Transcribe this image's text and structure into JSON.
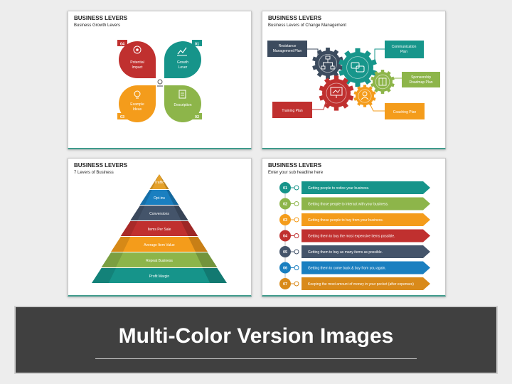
{
  "slides": [
    {
      "title": "BUSINESS LEVERS",
      "subtitle": "Business Growth Levers",
      "petals": [
        {
          "num": "04",
          "line1": "Potential",
          "line2": "Impact",
          "color": "#c0302f",
          "icon": "brain-gear-icon"
        },
        {
          "num": "01",
          "line1": "Growth",
          "line2": "Lever",
          "color": "#16948a",
          "icon": "growth-chart-icon"
        },
        {
          "num": "03",
          "line1": "Example",
          "line2": "Ideas",
          "color": "#f49c1b",
          "icon": "lightbulb-icon"
        },
        {
          "num": "02",
          "line1": "Description",
          "line2": "",
          "color": "#8db54a",
          "icon": "document-icon"
        }
      ]
    },
    {
      "title": "BUSINESS LEVERS",
      "subtitle": "Business Levers of Change Management",
      "labels": {
        "resistance_1": "Resistance",
        "resistance_2": "Management Plan",
        "communication_1": "Communication",
        "communication_2": "Plan",
        "sponsorship_1": "Sponsorship",
        "sponsorship_2": "Roadmap Plan",
        "training": "Training Plan",
        "coaching": "Coaching Plan"
      },
      "colors": {
        "resistance": "#3c4b5e",
        "communication": "#17968b",
        "sponsorship": "#8db54a",
        "training": "#c0302f",
        "coaching": "#f49c1b"
      }
    },
    {
      "title": "BUSINESS LEVERS",
      "subtitle": "7 Levers of Business",
      "levels": [
        {
          "label": "Traffic",
          "color": "#e5a12a"
        },
        {
          "label": "Opt-ins",
          "color": "#1a7fc0"
        },
        {
          "label": "Conversions",
          "color": "#44546a"
        },
        {
          "label": "Items Per Sale",
          "color": "#c0302f"
        },
        {
          "label": "Average Item Value",
          "color": "#f49c1b"
        },
        {
          "label": "Repeat Business",
          "color": "#8db54a"
        },
        {
          "label": "Profit Margin",
          "color": "#16948a"
        }
      ]
    },
    {
      "title": "BUSINESS LEVERS",
      "subtitle": "Enter your sub headline here",
      "rows": [
        {
          "num": "01",
          "text": "Getting people to notice your business.",
          "color": "#16948a"
        },
        {
          "num": "02",
          "text": "Getting those people to interact with your business.",
          "color": "#8db54a"
        },
        {
          "num": "03",
          "text": "Getting those people to buy from your business.",
          "color": "#f49c1b"
        },
        {
          "num": "04",
          "text": "Getting them to buy the most expensive items possible.",
          "color": "#c0302f"
        },
        {
          "num": "05",
          "text": "Getting them to buy as many items as possible.",
          "color": "#44546a"
        },
        {
          "num": "06",
          "text": "Getting them to come back & buy from you again.",
          "color": "#1a7fc0"
        },
        {
          "num": "07",
          "text": "Keeping the most amount of money in your pocket (after expenses)",
          "color": "#d98a1a"
        }
      ]
    }
  ],
  "banner": {
    "text": "Multi-Color Version Images"
  }
}
